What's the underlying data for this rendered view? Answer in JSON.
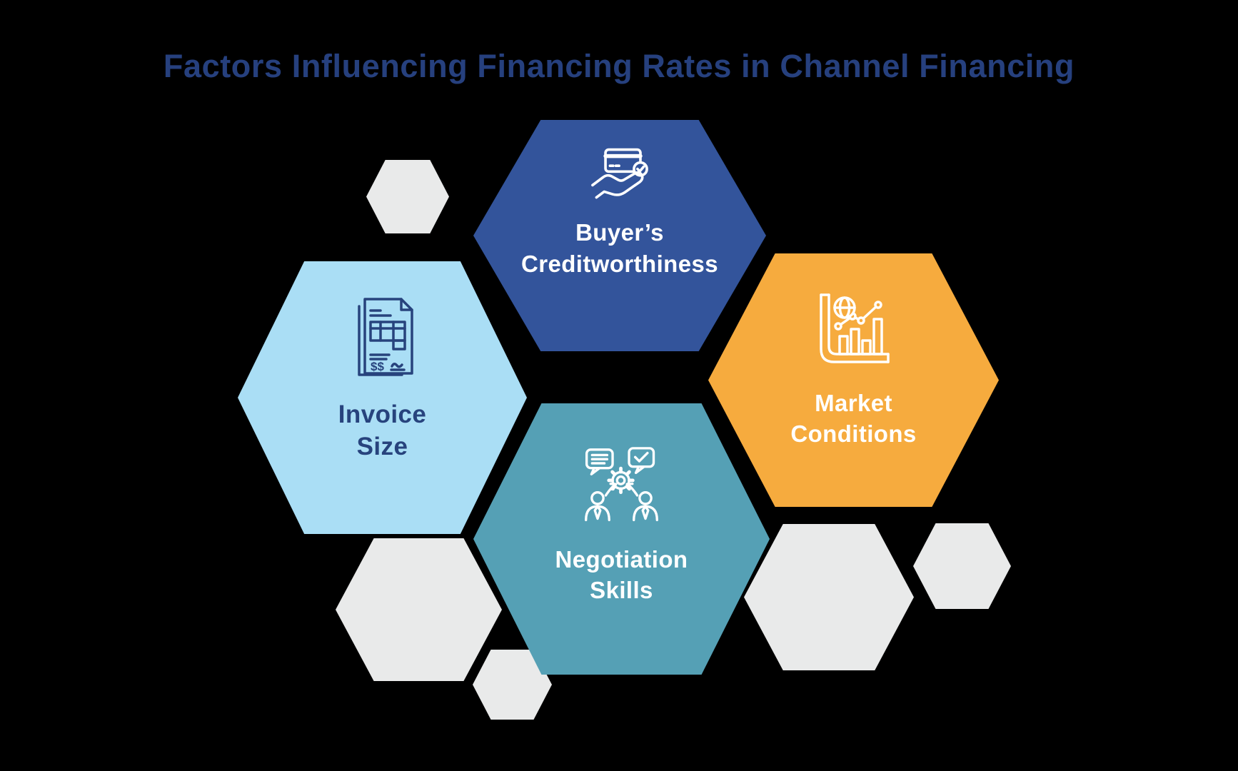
{
  "title": {
    "text": "Factors Influencing Financing Rates in Channel Financing"
  },
  "palette": {
    "background": "#000000",
    "title": "#26407e",
    "deco_hex": "#e9eaea",
    "white": "#ffffff"
  },
  "hexagons": [
    {
      "id": "buyers-creditworthiness",
      "line1": "Buyer’s",
      "line2": "Creditworthiness",
      "icon": "credit-card-hand-icon",
      "color": "#33549b",
      "text_color": "#ffffff"
    },
    {
      "id": "invoice-size",
      "line1": "Invoice",
      "line2": "Size",
      "icon": "invoice-document-icon",
      "icon_text": "$$",
      "color": "#aadef5",
      "text_color": "#27437d"
    },
    {
      "id": "market-conditions",
      "line1": "Market",
      "line2": "Conditions",
      "icon": "market-growth-chart-icon",
      "color": "#f6ab3e",
      "text_color": "#ffffff"
    },
    {
      "id": "negotiation-skills",
      "line1": "Negotiation",
      "line2": "Skills",
      "icon": "negotiation-discussion-icon",
      "color": "#55a0b5",
      "text_color": "#ffffff"
    }
  ]
}
